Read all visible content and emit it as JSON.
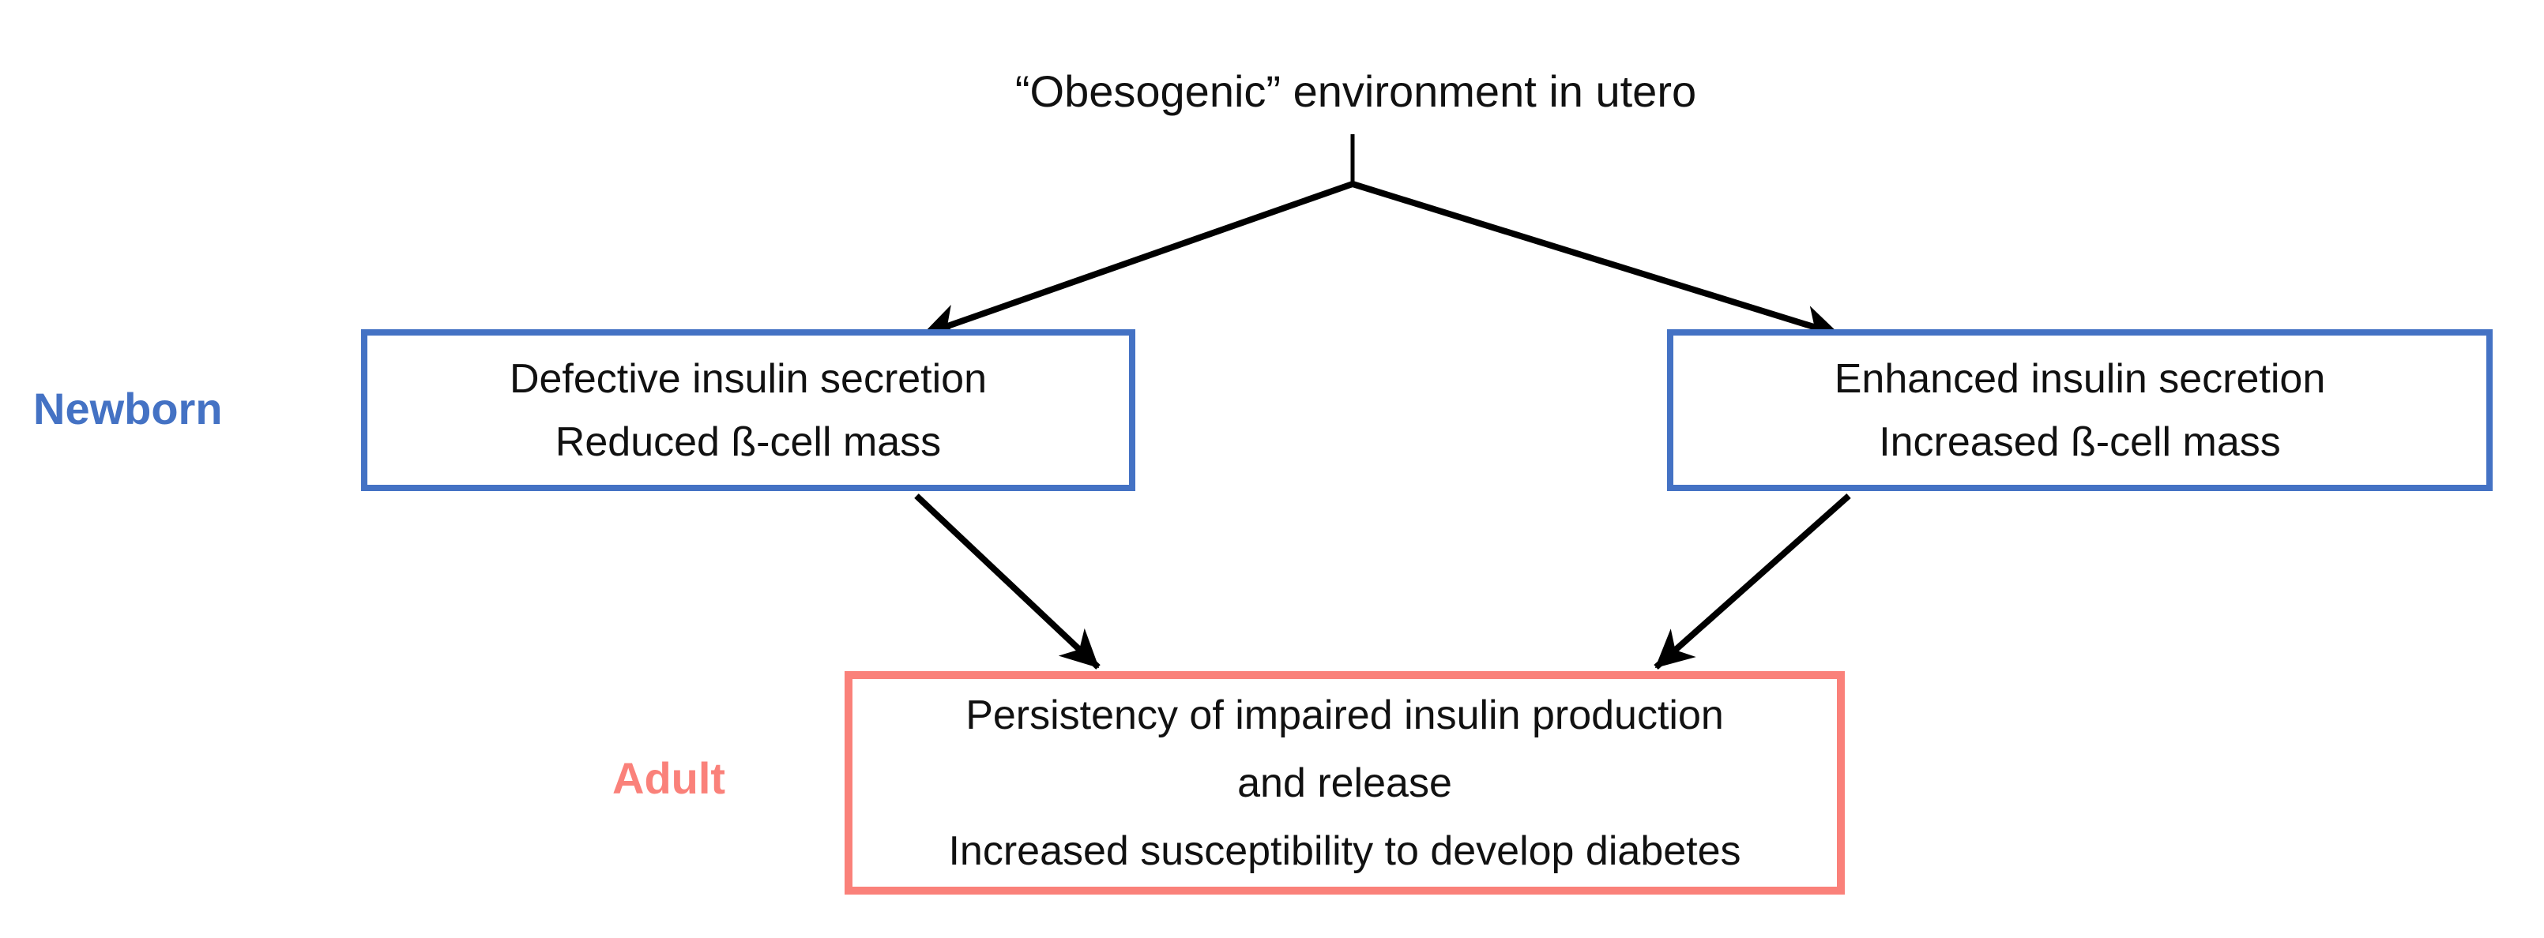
{
  "title": "“Obesogenic” environment in utero",
  "row_labels": {
    "newborn": "Newborn",
    "adult": "Adult"
  },
  "boxes": {
    "newborn_left": {
      "lines": [
        "Defective insulin secretion",
        "Reduced ß-cell mass"
      ]
    },
    "newborn_right": {
      "lines": [
        "Enhanced insulin secretion",
        "Increased ß-cell mass"
      ]
    },
    "adult_bottom": {
      "lines": [
        "Persistency of impaired insulin production",
        "and release",
        "Increased susceptibility to develop diabetes"
      ]
    }
  },
  "colors": {
    "newborn_blue": "#4472c4",
    "adult_salmon": "#fa817a",
    "arrow_black": "#000000",
    "text_black": "#111111",
    "background": "#ffffff"
  }
}
